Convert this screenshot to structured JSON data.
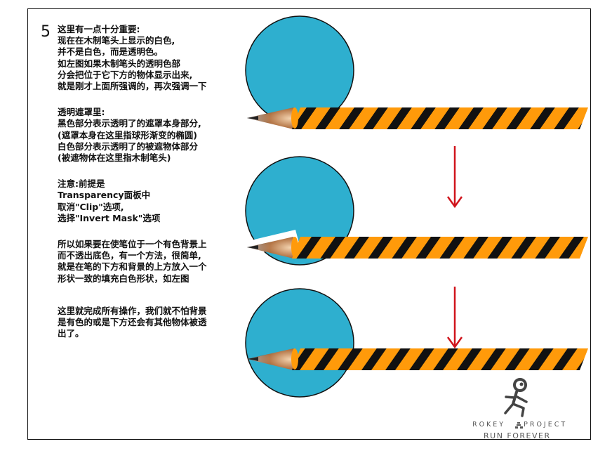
{
  "step_number": "5",
  "paragraphs": [
    [
      "这里有一点十分重要:",
      "现在在木制笔头上显示的白色,",
      "并不是白色，而是透明色。",
      "如左图如果木制笔头的透明色部",
      "分会把位于它下方的物体显示出来,",
      "就是刚才上面所强调的，再次强调一下"
    ],
    [
      "透明遮罩里:",
      "黑色部分表示透明了的遮罩本身部分,",
      "(遮罩本身在这里指球形渐变的椭圆)",
      "白色部分表示透明了的被遮物体部分",
      "(被遮物体在这里指木制笔头)"
    ],
    [
      "注意:前提是",
      "Transparency面板中",
      "取消\"Clip\"选项,",
      "选择\"Invert Mask\"选项"
    ],
    [
      "所以如果要在使笔位于一个有色背景上",
      "而不透出底色，有一个方法，很简单,",
      "就是在笔的下方和背景的上方放入一个",
      "形状一致的填充白色形状，如左图"
    ],
    [
      "这里就完成所有操作，我们就不怕背景",
      "是有色的或是下方还会有其他物体被透",
      "出了。"
    ]
  ],
  "logo": {
    "line1": "ROKEY",
    "line1_b": "PROJECT",
    "line2": "RUN FOREVER"
  },
  "colors": {
    "circle": "#2eafcf",
    "stripe_orange": "#ff9a0a",
    "stripe_black": "#111111",
    "arrow": "#d0141c"
  }
}
